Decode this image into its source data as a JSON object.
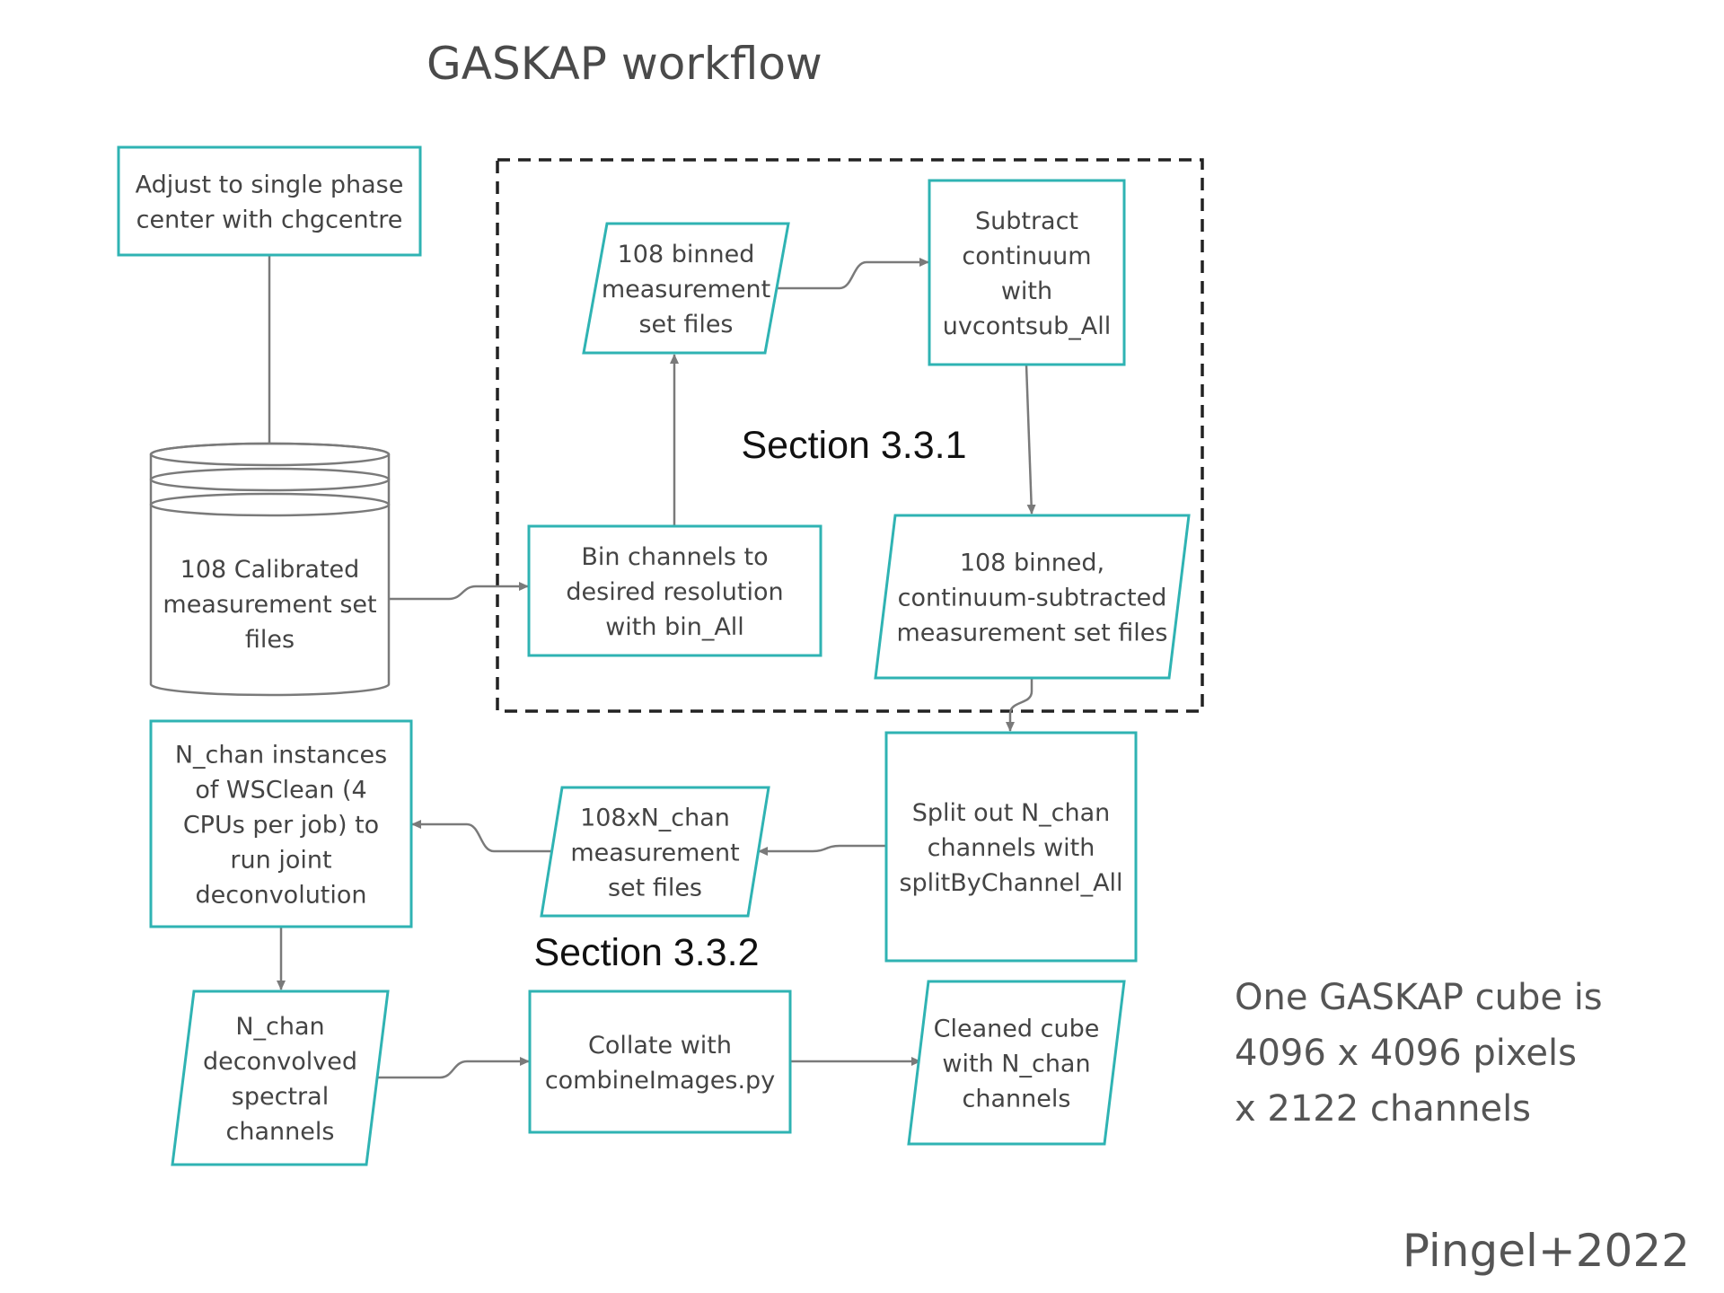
{
  "title": "GASKAP workflow",
  "sections": [
    {
      "id": "s1",
      "label": "Section 3.3.1"
    },
    {
      "id": "s2",
      "label": "Section 3.3.2"
    }
  ],
  "nodes": [
    {
      "id": "adjust",
      "shape": "rect",
      "lines": [
        "Adjust to single phase",
        "center with chgcentre"
      ]
    },
    {
      "id": "calibrated",
      "shape": "cylinder",
      "lines": [
        "108 Calibrated",
        "measurement set",
        "files"
      ]
    },
    {
      "id": "bin",
      "shape": "rect",
      "lines": [
        "Bin channels to",
        "desired resolution",
        "with bin_All"
      ]
    },
    {
      "id": "binned",
      "shape": "parallelogram",
      "lines": [
        "108 binned",
        "measurement",
        "set  files"
      ]
    },
    {
      "id": "subtract",
      "shape": "rect",
      "lines": [
        "Subtract",
        "continuum",
        "with",
        "uvcontsub_All"
      ]
    },
    {
      "id": "contsub",
      "shape": "parallelogram",
      "lines": [
        "108 binned,",
        "continuum-subtracted",
        "measurement set files"
      ]
    },
    {
      "id": "split",
      "shape": "rect",
      "lines": [
        "Split out N_chan",
        "channels with",
        "splitByChannel_All"
      ]
    },
    {
      "id": "ms108",
      "shape": "parallelogram",
      "lines": [
        "108xN_chan",
        "measurement",
        "set files"
      ]
    },
    {
      "id": "wsclean",
      "shape": "rect",
      "lines": [
        "N_chan instances",
        "of WSClean (4",
        "CPUs per job) to",
        "run joint",
        "deconvolution"
      ]
    },
    {
      "id": "deconv",
      "shape": "parallelogram",
      "lines": [
        "N_chan",
        "deconvolved",
        "spectral",
        "channels"
      ]
    },
    {
      "id": "collate",
      "shape": "rect",
      "lines": [
        "Collate with",
        "combineImages.py"
      ]
    },
    {
      "id": "cleaned",
      "shape": "parallelogram",
      "lines": [
        "Cleaned cube",
        "with N_chan",
        "channels"
      ]
    }
  ],
  "edges": [
    {
      "from": "adjust",
      "to": "calibrated"
    },
    {
      "from": "calibrated",
      "to": "bin"
    },
    {
      "from": "bin",
      "to": "binned"
    },
    {
      "from": "binned",
      "to": "subtract"
    },
    {
      "from": "subtract",
      "to": "contsub"
    },
    {
      "from": "contsub",
      "to": "split"
    },
    {
      "from": "split",
      "to": "ms108"
    },
    {
      "from": "ms108",
      "to": "wsclean"
    },
    {
      "from": "wsclean",
      "to": "deconv"
    },
    {
      "from": "deconv",
      "to": "collate"
    },
    {
      "from": "collate",
      "to": "cleaned"
    }
  ],
  "note": {
    "lines": [
      "One GASKAP cube is",
      "4096 x 4096 pixels",
      "x 2122 channels"
    ]
  },
  "citation": "Pingel+2022",
  "colors": {
    "node_border": "#2fb3b3",
    "edge": "#7a7a7a",
    "section_border": "#222222"
  }
}
